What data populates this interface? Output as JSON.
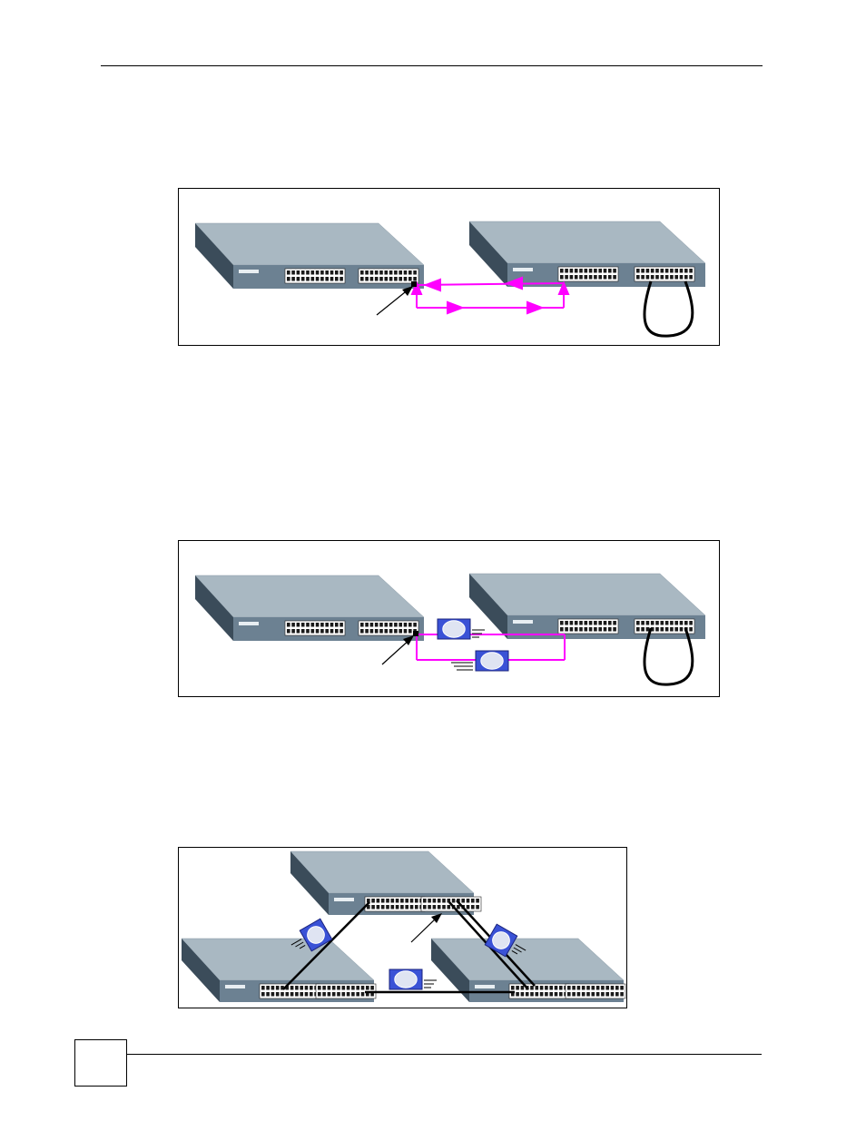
{
  "page": {
    "page_number": ""
  },
  "figures": [
    {
      "id": "figure-loop-detection",
      "devices": [
        "switch-a",
        "switch-b"
      ],
      "link_color": "#ff00ff",
      "loop_cable": true
    },
    {
      "id": "figure-loop-probe-packets",
      "devices": [
        "switch-a",
        "switch-b"
      ],
      "link_color": "#ff00ff",
      "loop_cable": true,
      "packets": 2
    },
    {
      "id": "figure-triangle-loop",
      "devices": [
        "switch-top",
        "switch-left",
        "switch-right"
      ],
      "link_color": "#000000",
      "packets": 3
    }
  ],
  "colors": {
    "switch_top": "#a9b8c2",
    "switch_front": "#6c8192",
    "switch_side": "#3b4c5a",
    "packet": "#3a52d6",
    "loop_link": "#ff00ff"
  }
}
